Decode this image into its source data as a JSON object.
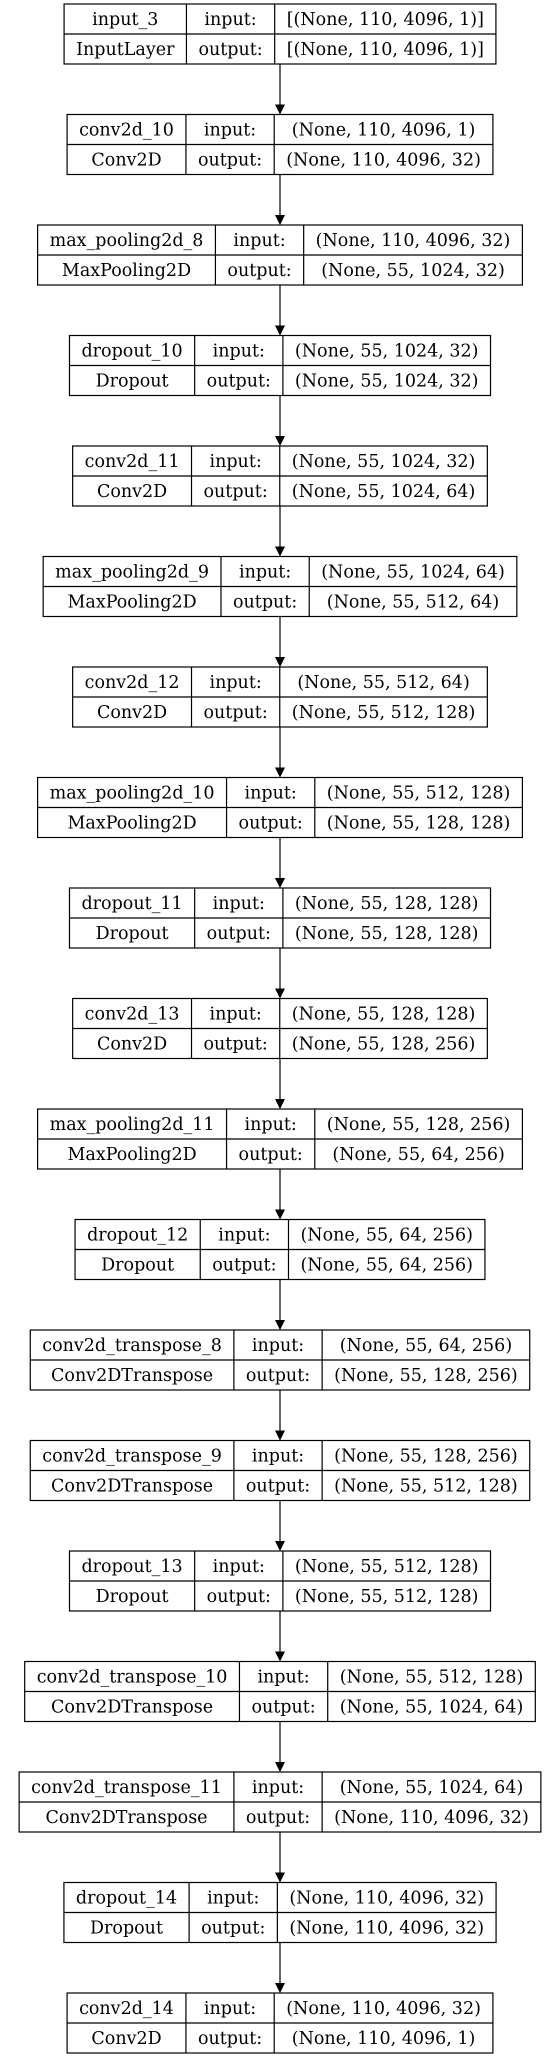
{
  "header_labels": {
    "input": "input:",
    "output": "output:"
  },
  "colors": {
    "stroke": "#000000",
    "background": "#ffffff"
  },
  "layers": [
    {
      "name": "input_3",
      "type": "InputLayer",
      "input_shape": "[(None, 110, 4096, 1)]",
      "output_shape": "[(None, 110, 4096, 1)]"
    },
    {
      "name": "conv2d_10",
      "type": "Conv2D",
      "input_shape": "(None, 110, 4096, 1)",
      "output_shape": "(None, 110, 4096, 32)"
    },
    {
      "name": "max_pooling2d_8",
      "type": "MaxPooling2D",
      "input_shape": "(None, 110, 4096, 32)",
      "output_shape": "(None, 55, 1024, 32)"
    },
    {
      "name": "dropout_10",
      "type": "Dropout",
      "input_shape": "(None, 55, 1024, 32)",
      "output_shape": "(None, 55, 1024, 32)"
    },
    {
      "name": "conv2d_11",
      "type": "Conv2D",
      "input_shape": "(None, 55, 1024, 32)",
      "output_shape": "(None, 55, 1024, 64)"
    },
    {
      "name": "max_pooling2d_9",
      "type": "MaxPooling2D",
      "input_shape": "(None, 55, 1024, 64)",
      "output_shape": "(None, 55, 512, 64)"
    },
    {
      "name": "conv2d_12",
      "type": "Conv2D",
      "input_shape": "(None, 55, 512, 64)",
      "output_shape": "(None, 55, 512, 128)"
    },
    {
      "name": "max_pooling2d_10",
      "type": "MaxPooling2D",
      "input_shape": "(None, 55, 512, 128)",
      "output_shape": "(None, 55, 128, 128)"
    },
    {
      "name": "dropout_11",
      "type": "Dropout",
      "input_shape": "(None, 55, 128, 128)",
      "output_shape": "(None, 55, 128, 128)"
    },
    {
      "name": "conv2d_13",
      "type": "Conv2D",
      "input_shape": "(None, 55, 128, 128)",
      "output_shape": "(None, 55, 128, 256)"
    },
    {
      "name": "max_pooling2d_11",
      "type": "MaxPooling2D",
      "input_shape": "(None, 55, 128, 256)",
      "output_shape": "(None, 55, 64, 256)"
    },
    {
      "name": "dropout_12",
      "type": "Dropout",
      "input_shape": "(None, 55, 64, 256)",
      "output_shape": "(None, 55, 64, 256)"
    },
    {
      "name": "conv2d_transpose_8",
      "type": "Conv2DTranspose",
      "input_shape": "(None, 55, 64, 256)",
      "output_shape": "(None, 55, 128, 256)"
    },
    {
      "name": "conv2d_transpose_9",
      "type": "Conv2DTranspose",
      "input_shape": "(None, 55, 128, 256)",
      "output_shape": "(None, 55, 512, 128)"
    },
    {
      "name": "dropout_13",
      "type": "Dropout",
      "input_shape": "(None, 55, 512, 128)",
      "output_shape": "(None, 55, 512, 128)"
    },
    {
      "name": "conv2d_transpose_10",
      "type": "Conv2DTranspose",
      "input_shape": "(None, 55, 512, 128)",
      "output_shape": "(None, 55, 1024, 64)"
    },
    {
      "name": "conv2d_transpose_11",
      "type": "Conv2DTranspose",
      "input_shape": "(None, 55, 1024, 64)",
      "output_shape": "(None, 110, 4096, 32)"
    },
    {
      "name": "dropout_14",
      "type": "Dropout",
      "input_shape": "(None, 110, 4096, 32)",
      "output_shape": "(None, 110, 4096, 32)"
    },
    {
      "name": "conv2d_14",
      "type": "Conv2D",
      "input_shape": "(None, 110, 4096, 32)",
      "output_shape": "(None, 110, 4096, 1)"
    }
  ]
}
